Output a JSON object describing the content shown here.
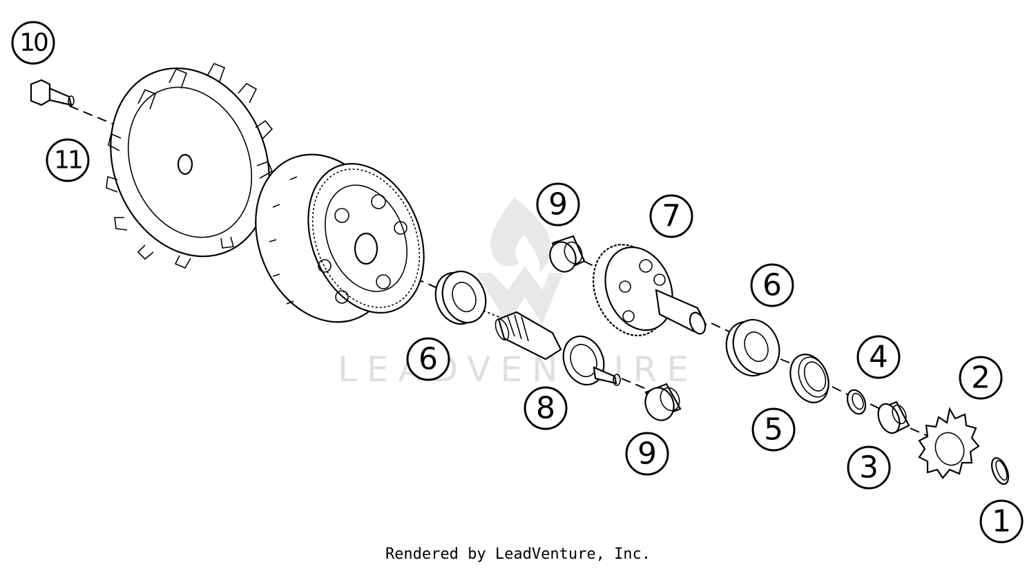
{
  "watermark": "LEADVENTURE",
  "footer_credit": "Rendered by LeadVenture, Inc.",
  "callouts": [
    {
      "id": "c10",
      "label": "10"
    },
    {
      "id": "c11",
      "label": "11"
    },
    {
      "id": "c9a",
      "label": "9"
    },
    {
      "id": "c7",
      "label": "7"
    },
    {
      "id": "c6a",
      "label": "6"
    },
    {
      "id": "c6b",
      "label": "6"
    },
    {
      "id": "c8",
      "label": "8"
    },
    {
      "id": "c9b",
      "label": "9"
    },
    {
      "id": "c4",
      "label": "4"
    },
    {
      "id": "c2",
      "label": "2"
    },
    {
      "id": "c5",
      "label": "5"
    },
    {
      "id": "c3",
      "label": "3"
    },
    {
      "id": "c1",
      "label": "1"
    }
  ]
}
